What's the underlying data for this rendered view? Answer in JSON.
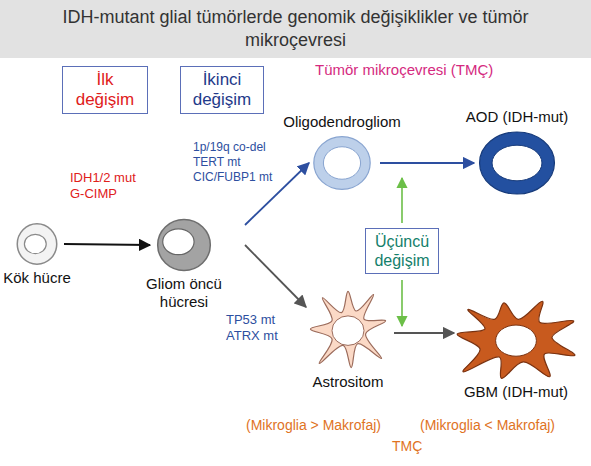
{
  "diagram": {
    "title": "IDH-mutant glial tümörlerde genomik değişiklikler ve tümör mikroçevresi",
    "nodes": [
      {
        "text": [
          "İlk değişim"
        ]
      },
      {
        "text": [
          "İkinci değişim"
        ]
      },
      {
        "text": [
          "Kök hücre"
        ]
      },
      {
        "text": [
          "Gliom öncü hücresi"
        ]
      },
      {
        "text": [
          "Oligodendrogliom"
        ]
      },
      {
        "text": [
          "AOD (IDH-mut)"
        ]
      },
      {
        "text": [
          "Üçüncü değişim"
        ]
      },
      {
        "text": [
          "Astrositom"
        ]
      },
      {
        "text": [
          "GBM (IDH-mut)"
        ]
      }
    ],
    "edges": [
      {
        "from": 2,
        "to": 3,
        "arrow": "to",
        "label": "IDH1/2 mut G-CIMP"
      },
      {
        "from": 3,
        "to": 4,
        "arrow": "to",
        "label": "1p/19q co-del TERT mt CIC/FUBP1 mt"
      },
      {
        "from": 3,
        "to": 7,
        "arrow": "to",
        "label": "TP53 mt ATRX mt"
      },
      {
        "from": 4,
        "to": 5,
        "arrow": "to"
      },
      {
        "from": 7,
        "to": 8,
        "arrow": "to"
      }
    ],
    "labels": [
      "Tümör mikroçevresi (TMÇ)",
      "(Mikroglia > Makrofaj)",
      "(Mikroglia < Makrofaj)",
      "TMÇ"
    ]
  }
}
